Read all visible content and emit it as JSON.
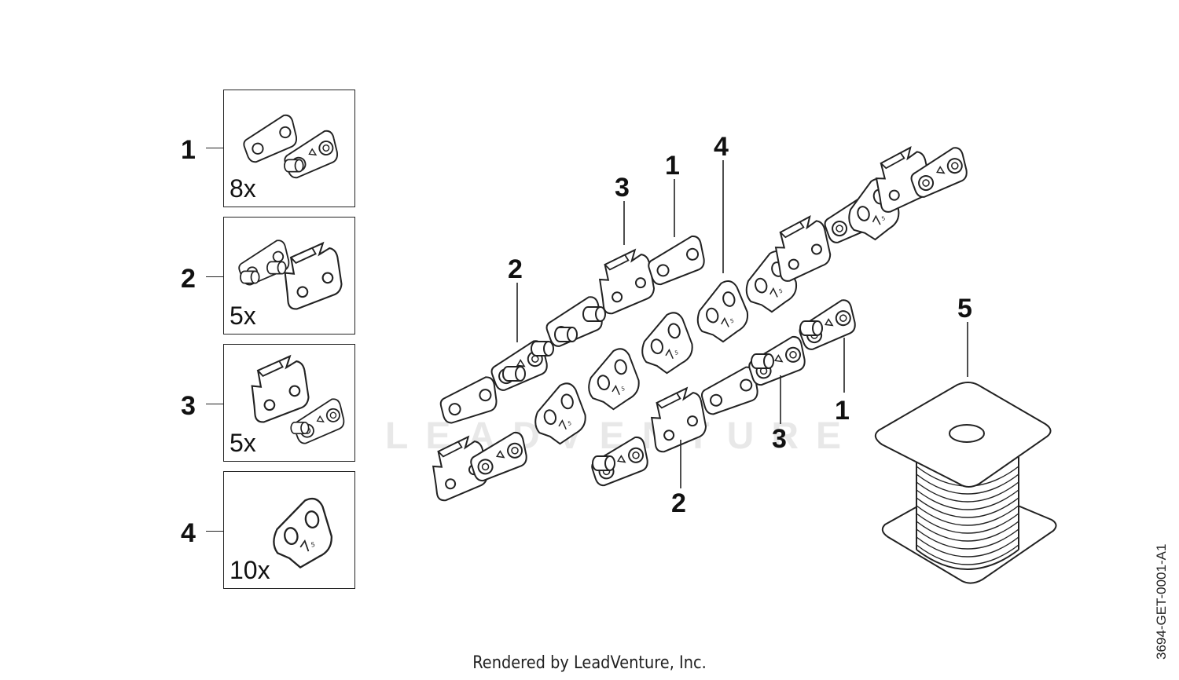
{
  "kits": [
    {
      "number": "1",
      "quantity": "8x"
    },
    {
      "number": "2",
      "quantity": "5x"
    },
    {
      "number": "3",
      "quantity": "5x"
    },
    {
      "number": "4",
      "quantity": "10x"
    }
  ],
  "callouts": {
    "upper_3": "3",
    "upper_1": "1",
    "upper_4": "4",
    "upper_2": "2",
    "lower_2": "2",
    "lower_3": "3",
    "lower_1": "1",
    "spool_5": "5"
  },
  "footer": "Rendered by LeadVenture, Inc.",
  "document_id": "3694-GET-0001-A1",
  "watermark": "LEADVENTURE",
  "colors": {
    "line": "#222222",
    "fill": "#ffffff",
    "watermark": "#e8e8e8"
  }
}
